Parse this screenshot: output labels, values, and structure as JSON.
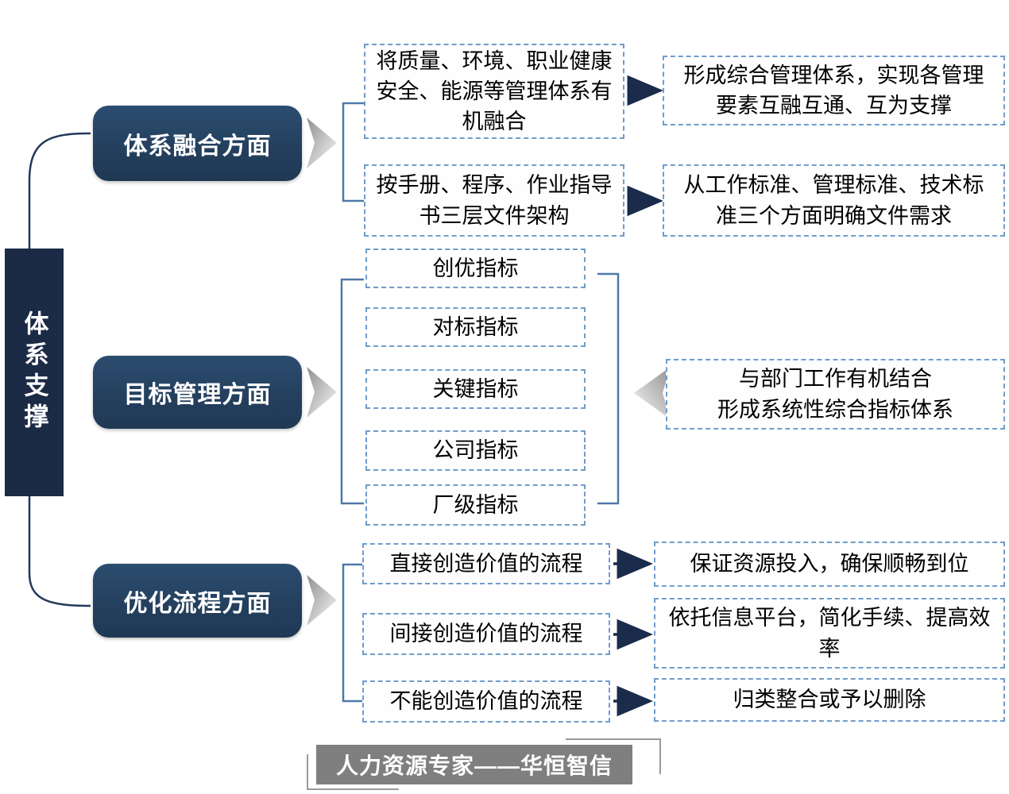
{
  "root": {
    "label": "体系支撑"
  },
  "sections": [
    {
      "label": "体系融合方面",
      "rows": [
        {
          "left": "将质量、环境、职业健康安全、能源等管理体系有机融合",
          "right": "形成综合管理体系，实现各管理要素互融互通、互为支撑"
        },
        {
          "left": "按手册、程序、作业指导书三层文件架构",
          "right": "从工作标准、管理标准、技术标准三个方面明确文件需求"
        }
      ]
    },
    {
      "label": "目标管理方面",
      "indicators": [
        "创优指标",
        "对标指标",
        "关键指标",
        "公司指标",
        "厂级指标"
      ],
      "summary_line1": "与部门工作有机结合",
      "summary_line2": "形成系统性综合指标体系"
    },
    {
      "label": "优化流程方面",
      "rows": [
        {
          "left": "直接创造价值的流程",
          "right": "保证资源投入，确保顺畅到位"
        },
        {
          "left": "间接创造价值的流程",
          "right": "依托信息平台，简化手续、提高效率"
        },
        {
          "left": "不能创造价值的流程",
          "right": "归类整合或予以删除"
        }
      ]
    }
  ],
  "footer": {
    "banner": "人力资源专家——华恒智信"
  },
  "colors": {
    "node_fill": "#24405e",
    "root_fill": "#1b2a45",
    "dashed_border": "#6f9ccc",
    "bracket_line": "#4d7aa8",
    "arrow": "#1b2b4b",
    "banner_bg": "#7f7f7f"
  }
}
